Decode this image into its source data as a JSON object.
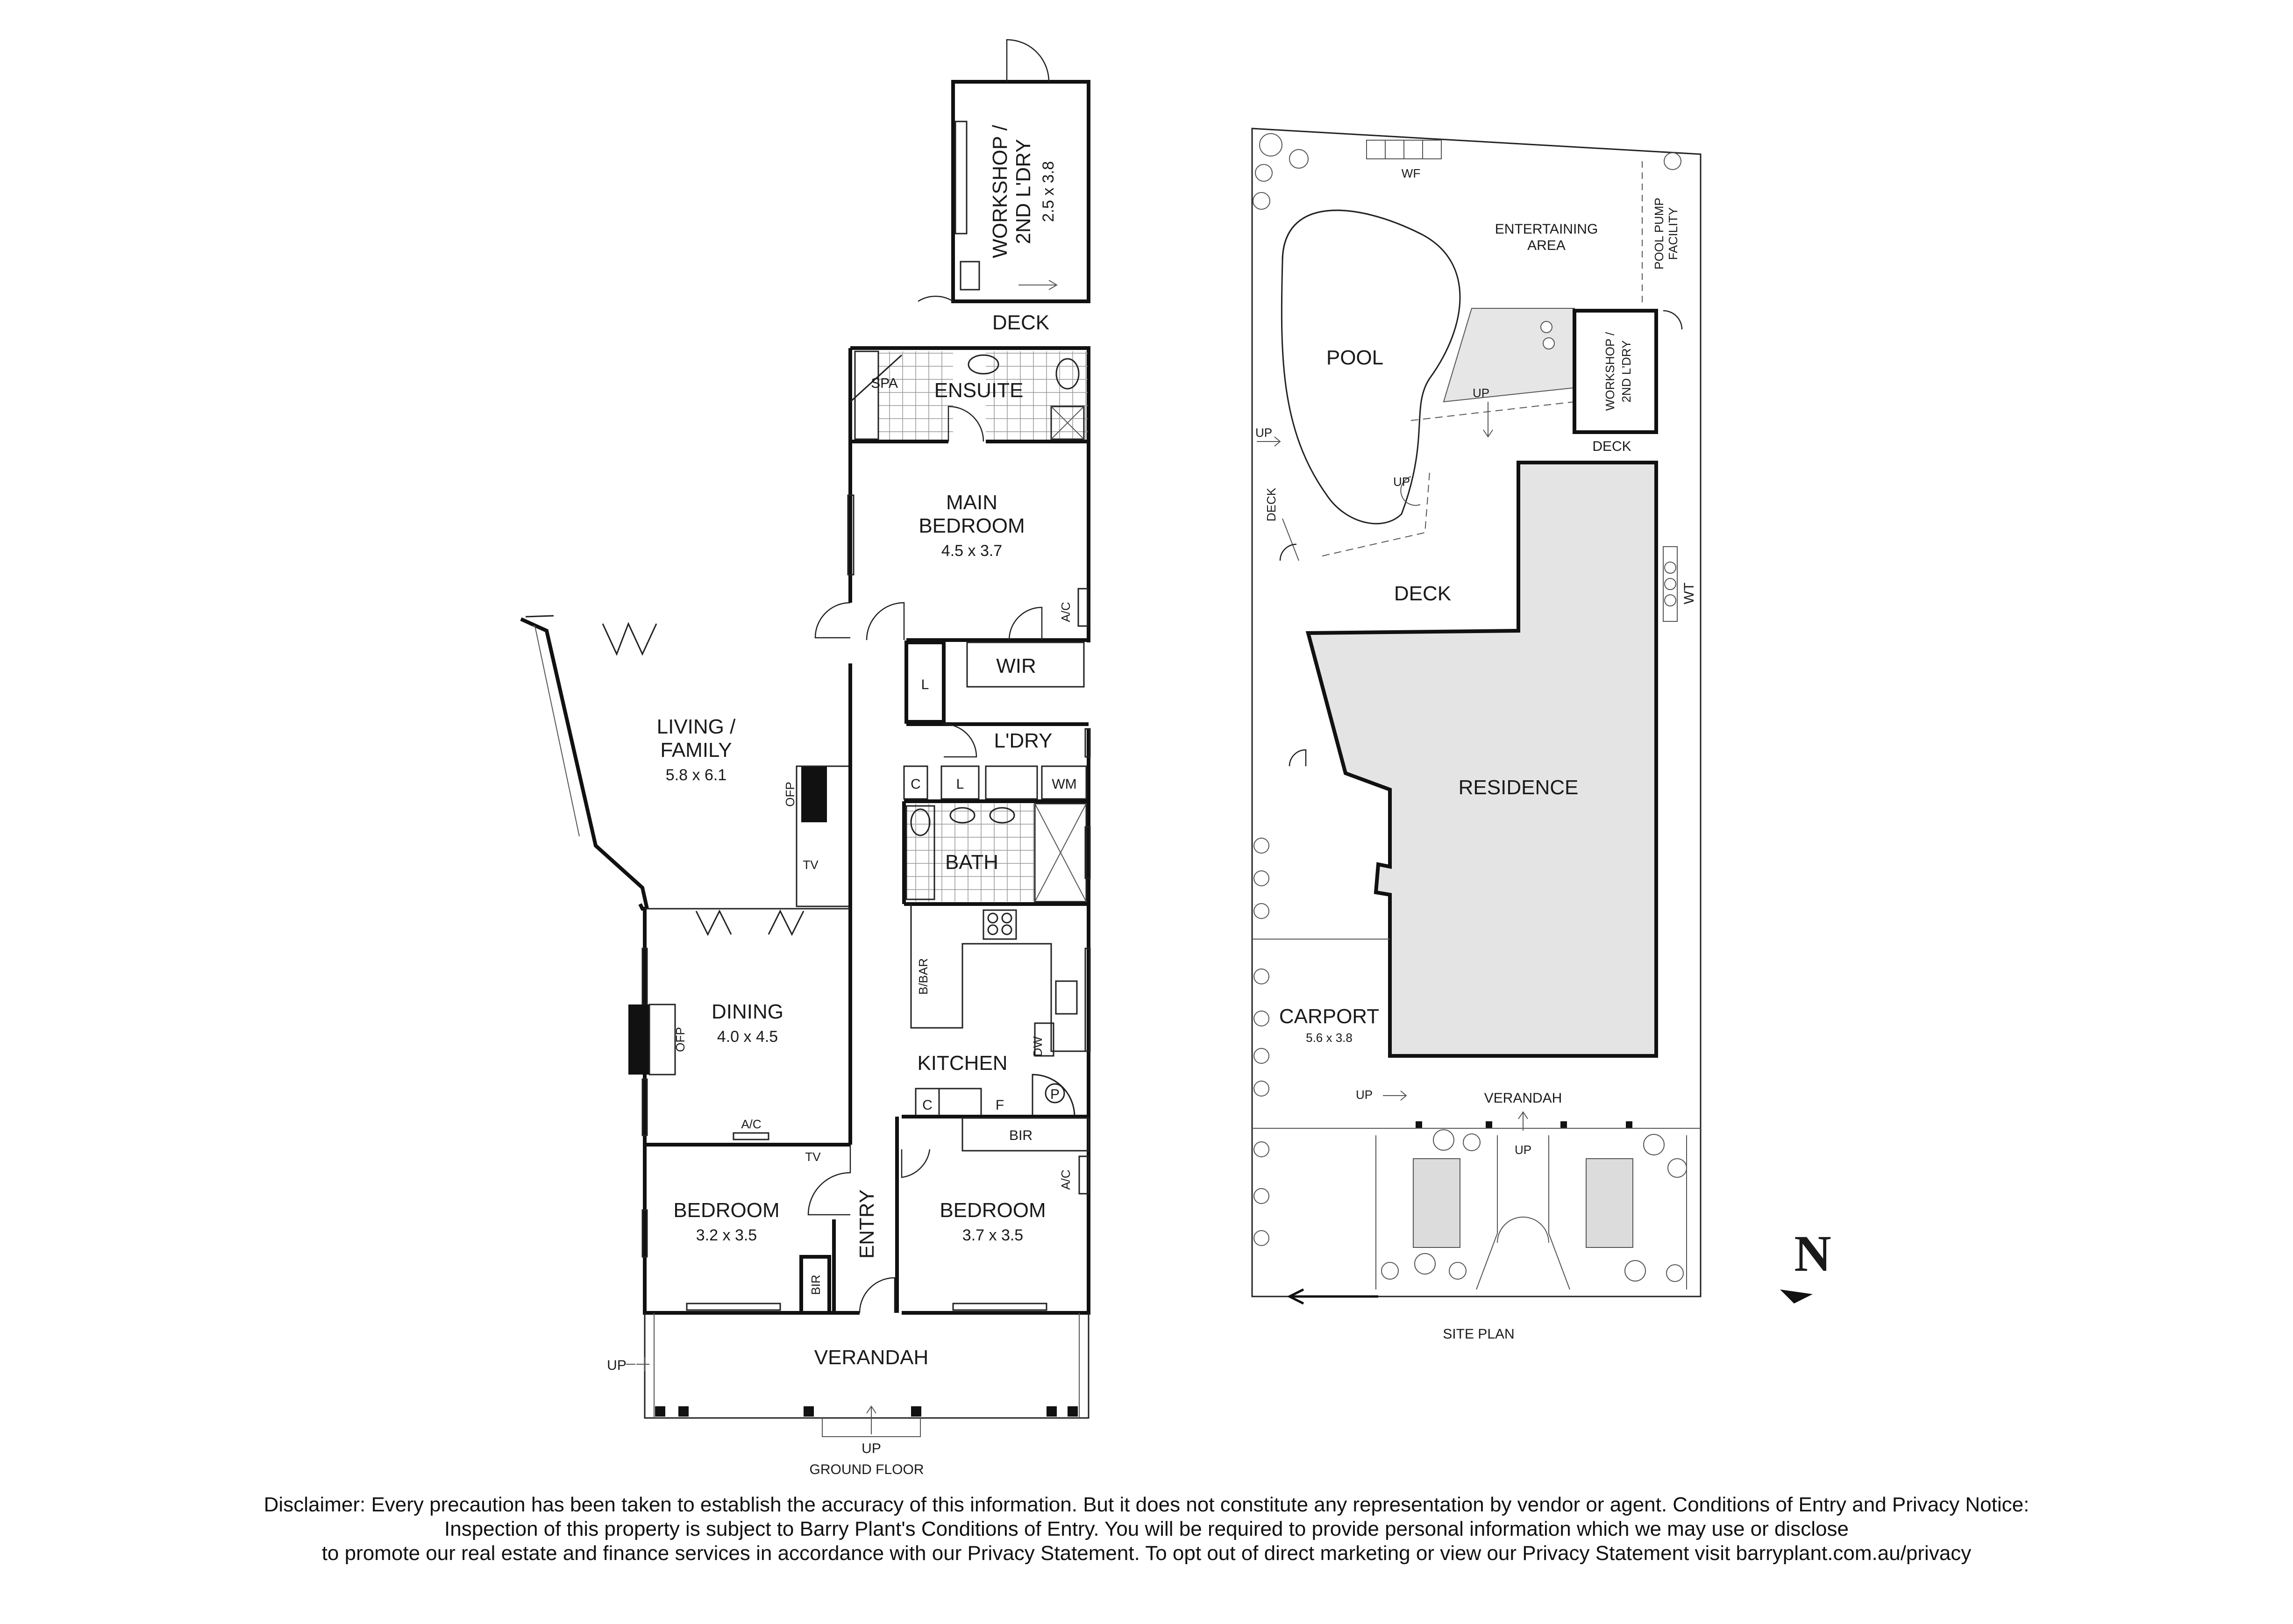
{
  "ground_floor": {
    "title": "GROUND FLOOR",
    "rooms": {
      "workshop": "WORKSHOP /",
      "workshop_2": "2ND L'DRY",
      "workshop_dim": "2.5 x 3.8",
      "deck": "DECK",
      "ensuite": "ENSUITE",
      "spa": "SPA",
      "main_bedroom": "MAIN",
      "main_bedroom_2": "BEDROOM",
      "main_bedroom_dim": "4.5 x 3.7",
      "ac": "A/C",
      "wir": "WIR",
      "l": "L",
      "laundry": "L'DRY",
      "c": "C",
      "wm": "WM",
      "bath": "BATH",
      "living": "LIVING /",
      "living_2": "FAMILY",
      "living_dim": "5.8 x 6.1",
      "ofp": "OFP",
      "tv": "TV",
      "dining": "DINING",
      "dining_dim": "4.0 x 4.5",
      "bbar": "B/BAR",
      "kitchen": "KITCHEN",
      "dw": "DW",
      "p": "P",
      "f": "F",
      "bir": "BIR",
      "bedroom_left": "BEDROOM",
      "bedroom_left_dim": "3.2 x 3.5",
      "entry": "ENTRY",
      "bedroom_right": "BEDROOM",
      "bedroom_right_dim": "3.7 x 3.5",
      "verandah": "VERANDAH",
      "up": "UP"
    }
  },
  "site_plan": {
    "title": "SITE PLAN",
    "labels": {
      "wf": "WF",
      "entertaining": "ENTERTAINING",
      "entertaining_2": "AREA",
      "pool_pump": "POOL PUMP",
      "pool_pump_2": "FACILITY",
      "pool": "POOL",
      "workshop": "WORKSHOP /",
      "workshop_2": "2ND L'DRY",
      "deck": "DECK",
      "deck_side": "DECK",
      "up": "UP",
      "wt": "WT",
      "residence": "RESIDENCE",
      "carport": "CARPORT",
      "carport_dim": "5.6 x 3.8",
      "verandah": "VERANDAH"
    }
  },
  "compass": {
    "label": "N"
  },
  "disclaimer": {
    "line1": "Disclaimer: Every precaution has been taken to establish the accuracy of this information. But it does not constitute any representation by vendor or agent. Conditions of Entry and Privacy Notice:",
    "line2": "Inspection of this property is subject to Barry Plant's Conditions of Entry. You will be required to provide personal information which we may use or disclose",
    "line3": "to promote our real estate and finance services in accordance with our Privacy Statement. To opt out of direct marketing or view our Privacy Statement visit barryplant.com.au/privacy"
  },
  "colors": {
    "residence_fill": "#e4e4e4",
    "deck_fill": "#f0f0f0",
    "pool_fill": "#ffffff",
    "ink": "#111111"
  }
}
